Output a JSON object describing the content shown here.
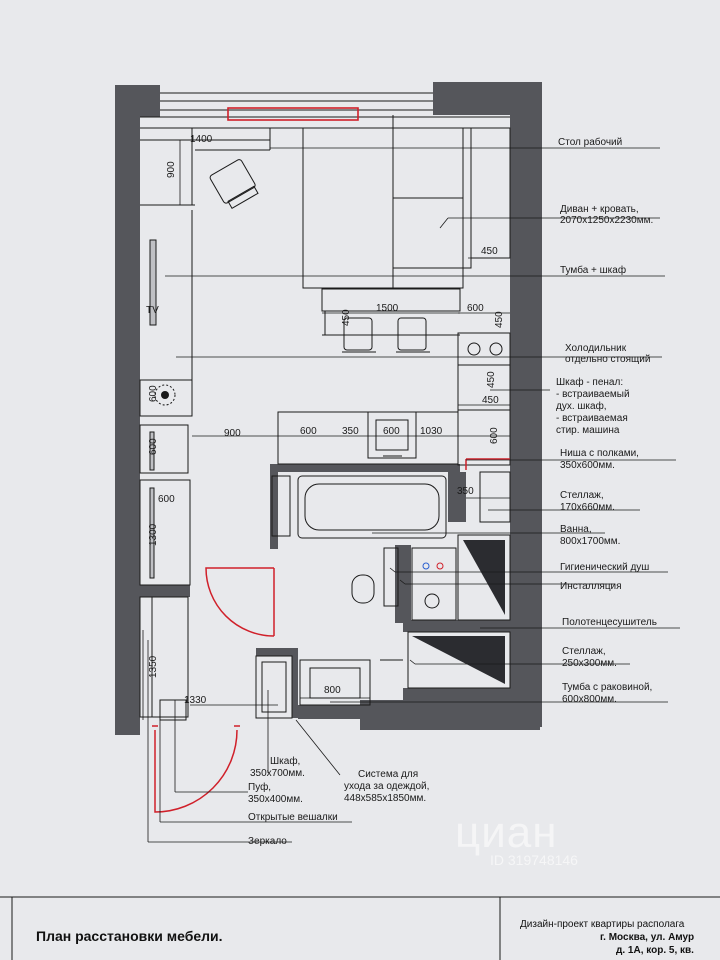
{
  "labels": {
    "desk": "Стол рабочий",
    "sofa1": "Диван + кровать,",
    "sofa2": "2070х1250х2230мм.",
    "nightstand": "Тумба + шкаф",
    "fridge1": "Холодильник",
    "fridge2": "отдельно стоящий",
    "pen1": "Шкаф - пенал:",
    "pen2": "- встраиваемый",
    "pen3": "дух. шкаф,",
    "pen4": "- встраиваемая",
    "pen5": "стир. машина",
    "niche1": "Ниша с полками,",
    "niche2": "350х600мм.",
    "rack1a": "Стеллаж,",
    "rack1b": "170х660мм.",
    "bath1": "Ванна,",
    "bath2": "800х1700мм.",
    "hyg": "Гигиенический душ",
    "inst": "Инсталляция",
    "towel": "Полотенцесушитель",
    "rack2a": "Стеллаж,",
    "rack2b": "250х300мм.",
    "sink1": "Тумба с раковиной,",
    "sink2": "600х800мм.",
    "wardrobe1": "Шкаф,",
    "wardrobe2": "350х700мм.",
    "care1": "Система для",
    "care2": "ухода за одеждой,",
    "care3": "448х585х1850мм.",
    "pouf1": "Пуф,",
    "pouf2": "350х400мм.",
    "hangers": "Открытые вешалки",
    "mirror": "Зеркало",
    "tv": "TV"
  },
  "dims": {
    "d1400": "1400",
    "d900a": "900",
    "d450a": "450",
    "d1500": "1500",
    "d450b": "450",
    "d600a": "600",
    "d450c": "450",
    "d450d": "450",
    "d600b": "600",
    "d900b": "900",
    "d600c": "600",
    "d350a": "350",
    "d600d": "600",
    "d1030": "1030",
    "d600e": "600",
    "d600f": "600",
    "d600g": "600",
    "d350b": "350",
    "d1300": "1300",
    "d1350": "1350",
    "d1330": "1330",
    "d800": "800"
  },
  "title": "План расстановки мебели.",
  "titleblock": {
    "line1": "Дизайн-проект квартиры располага",
    "line2": "г. Москва, ул. Амур",
    "line3": "д. 1А, кор. 5, кв."
  },
  "watermark": {
    "brand": "циан",
    "id": "ID 319748146"
  },
  "colors": {
    "wall": "#55565b",
    "line": "#1a1a1a",
    "accent": "#d0202a",
    "paper": "#e8e9ec"
  }
}
